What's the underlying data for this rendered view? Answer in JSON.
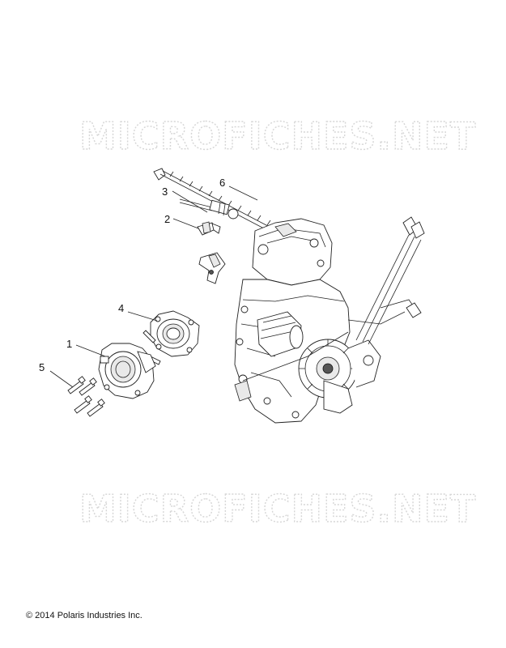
{
  "watermark": {
    "text": "MICROFICHES.NET"
  },
  "callouts": [
    {
      "id": "1",
      "label": "1"
    },
    {
      "id": "2",
      "label": "2"
    },
    {
      "id": "3",
      "label": "3"
    },
    {
      "id": "4",
      "label": "4"
    },
    {
      "id": "5",
      "label": "5"
    },
    {
      "id": "6",
      "label": "6"
    }
  ],
  "footer": {
    "copyright": "© 2014 Polaris Industries Inc."
  }
}
